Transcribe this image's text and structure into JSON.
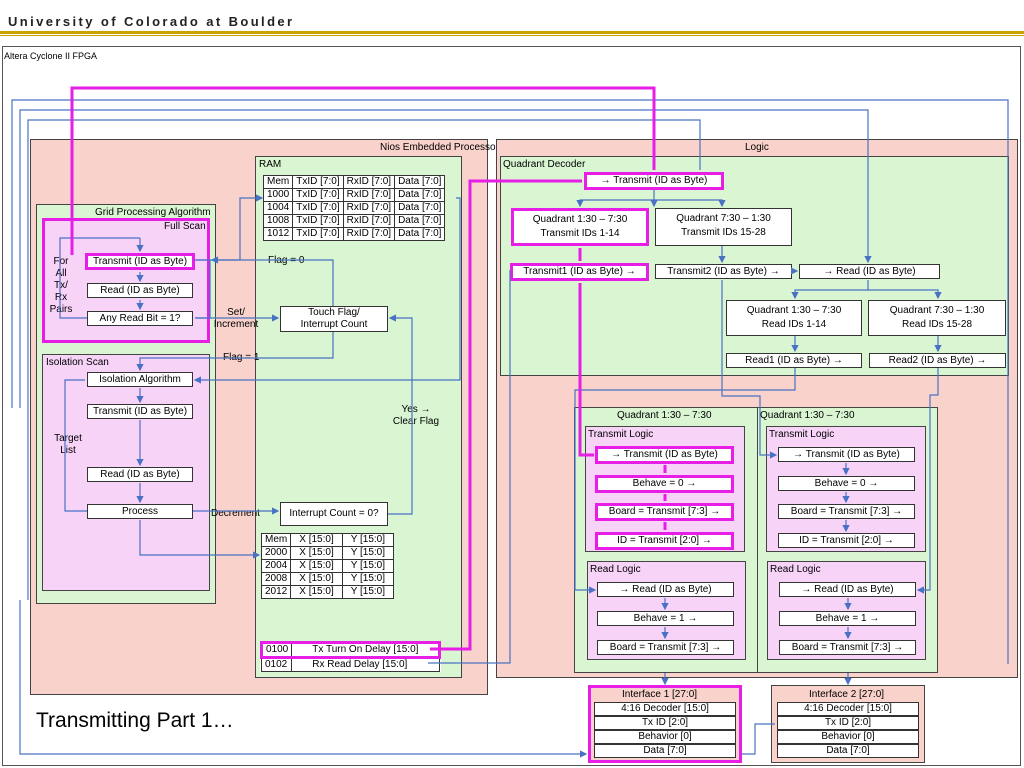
{
  "header": {
    "title": "University of Colorado at Boulder"
  },
  "fpga_label": "Altera Cyclone II FPGA",
  "nios": {
    "title": "Nios Embedded Processor",
    "grid": {
      "title": "Grid Processing Algorithm",
      "full_scan": "Full Scan",
      "for_all": "For\nAll\nTx/\nRx\nPairs",
      "transmit": "Transmit (ID as Byte)",
      "read": "Read (ID as Byte)",
      "any_read": "Any Read Bit = 1?"
    },
    "isolation": {
      "title": "Isolation Scan",
      "algorithm": "Isolation Algorithm",
      "transmit": "Transmit (ID as Byte)",
      "target_list": "Target\nList",
      "read": "Read (ID as Byte)",
      "process": "Process"
    },
    "flag_zero": "Flag = 0",
    "flag_one": "Flag = 1",
    "set_increment": "Set/\nIncrement",
    "touch_flag": "Touch Flag/\nInterrupt Count",
    "yes_clear": "Yes →\nClear Flag",
    "decrement": "Decrement",
    "interrupt_zero": "Interrupt Count = 0?",
    "ram": {
      "title": "RAM",
      "table1_header": [
        "Mem",
        "TxID [7:0]",
        "RxID [7:0]",
        "Data [7:0]"
      ],
      "table1_rows": [
        [
          "1000",
          "TxID [7:0]",
          "RxID [7:0]",
          "Data [7:0]"
        ],
        [
          "1004",
          "TxID [7:0]",
          "RxID [7:0]",
          "Data [7:0]"
        ],
        [
          "1008",
          "TxID [7:0]",
          "RxID [7:0]",
          "Data [7:0]"
        ],
        [
          "1012",
          "TxID [7:0]",
          "RxID [7:0]",
          "Data [7:0]"
        ]
      ],
      "table2_header": [
        "Mem",
        "X [15:0]",
        "Y [15:0]"
      ],
      "table2_rows": [
        [
          "2000",
          "X [15:0]",
          "Y [15:0]"
        ],
        [
          "2004",
          "X [15:0]",
          "Y [15:0]"
        ],
        [
          "2008",
          "X [15:0]",
          "Y [15:0]"
        ],
        [
          "2012",
          "X [15:0]",
          "Y [15:0]"
        ]
      ],
      "delay_rows": [
        [
          "0100",
          "Tx Turn On Delay [15:0]"
        ],
        [
          "0102",
          "Rx Read Delay [15:0]"
        ]
      ]
    }
  },
  "logic": {
    "title": "Logic",
    "qd": {
      "title": "Quadrant Decoder",
      "transmit_in": "→ Transmit (ID as Byte)",
      "quad_a": "Quadrant 1:30 – 7:30\nTransmit IDs 1-14",
      "quad_b": "Quadrant 7:30 – 1:30\nTransmit IDs 15-28",
      "transmit1": "Transmit1 (ID as Byte) →",
      "transmit2": "Transmit2 (ID as Byte) →",
      "read_in": "→ Read (ID as Byte)",
      "read_quad_a": "Quadrant 1:30 – 7:30\nRead IDs 1-14",
      "read_quad_b": "Quadrant 7:30 – 1:30\nRead IDs 15-28",
      "read1": "Read1 (ID as Byte) →",
      "read2": "Read2 (ID as Byte) →"
    },
    "quadrants": [
      {
        "title": "Quadrant 1:30 – 7:30",
        "transmit_logic": "Transmit Logic",
        "t_items": [
          "→ Transmit (ID as Byte)",
          "Behave = 0 →",
          "Board = Transmit [7:3] →",
          "ID = Transmit [2:0] →"
        ],
        "read_logic": "Read Logic",
        "r_items": [
          "→ Read (ID as Byte)",
          "Behave = 1 →",
          "Board = Transmit [7:3] →"
        ]
      },
      {
        "title": "Quadrant 1:30 – 7:30",
        "transmit_logic": "Transmit Logic",
        "t_items": [
          "→ Transmit (ID as Byte)",
          "Behave = 0 →",
          "Board = Transmit [7:3] →",
          "ID = Transmit [2:0] →"
        ],
        "read_logic": "Read Logic",
        "r_items": [
          "→ Read (ID as Byte)",
          "Behave = 1 →",
          "Board = Transmit [7:3] →"
        ]
      }
    ]
  },
  "interfaces": [
    {
      "title": "Interface 1 [27:0]",
      "rows": [
        "4:16 Decoder [15:0]",
        "Tx ID [2:0]",
        "Behavior [0]",
        "Data [7:0]"
      ]
    },
    {
      "title": "Interface 2 [27:0]",
      "rows": [
        "4:16 Decoder [15:0]",
        "Tx ID [2:0]",
        "Behavior [0]",
        "Data [7:0]"
      ]
    }
  ],
  "caption": "Transmitting Part 1…",
  "colors": {
    "highlight": "#e61ee6",
    "wire": "#4a72c4",
    "pink": "#f9d3cb",
    "green": "#d9f5d2",
    "magenta": "#f8d3f8",
    "header_rule": "#c8a200"
  }
}
